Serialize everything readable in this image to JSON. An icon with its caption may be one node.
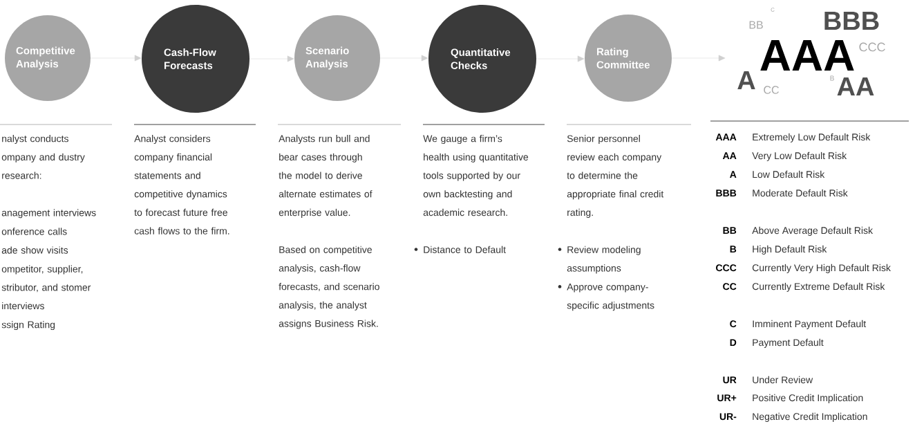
{
  "diagram": {
    "nodes": [
      {
        "text": [
          "Competitive Analysis"
        ],
        "beside": [
          "nalyst conducts ompany and dustry research:",
          "anagement interviews",
          "onference calls",
          "ade show visits",
          "ompetitor, supplier, stributor, and stomer interviews",
          "ssign Rating"
        ]
      },
      {
        "text": [
          "Cash-Flow Forecasts"
        ],
        "beside": [
          "Analyst considers company financial statements and competitive dynamics to forecast future free cash flows to the firm."
        ]
      },
      {
        "text": [
          "Scenario Analysis"
        ],
        "beside": [
          "Analysts run bull and bear cases through the model to derive alternate estimates of enterprise value.",
          "Based on competitive analysis, cash-flow forecasts, and scenario analysis, the analyst assigns Business Risk."
        ]
      },
      {
        "text": [
          "Quantitative Checks"
        ],
        "beside": [
          "We gauge a firm’s health using quantitative tools supported by our own backtesting and academic research.",
          "Distance to Default"
        ]
      },
      {
        "text": [
          "Rating Committee"
        ],
        "beside": [
          "Senior personnel review each company to determine the appropriate final credit rating.",
          "Review modeling assumptions",
          "Approve company-specific adjustments"
        ]
      },
      {
        "text": [
          "BB",
          "C",
          "BBB",
          "AAA",
          "CCC",
          "A",
          "CC",
          "B",
          "AA"
        ]
      }
    ],
    "edges": [
      {
        "from": 0,
        "to": 1,
        "arrow": "to"
      },
      {
        "from": 1,
        "to": 2,
        "arrow": "to"
      },
      {
        "from": 2,
        "to": 3,
        "arrow": "to"
      },
      {
        "from": 3,
        "to": 4,
        "arrow": "to"
      },
      {
        "from": 4,
        "to": 5,
        "arrow": "to"
      }
    ],
    "labels": [
      "AAA",
      "Extremely Low Default Risk",
      "AA",
      "Very Low Default Risk",
      "A",
      "Low Default Risk",
      "BBB",
      "Moderate Default Risk",
      "BB",
      "Above Average Default Risk",
      "B",
      "High Default Risk",
      "CCC",
      "Currently Very High Default Risk",
      "CC",
      "Currently Extreme Default Risk",
      "C",
      "Imminent Payment Default",
      "D",
      "Payment Default",
      "UR",
      "Under Review",
      "UR+",
      "Positive Credit Implication",
      "UR-",
      "Negative Credit Implication"
    ]
  }
}
